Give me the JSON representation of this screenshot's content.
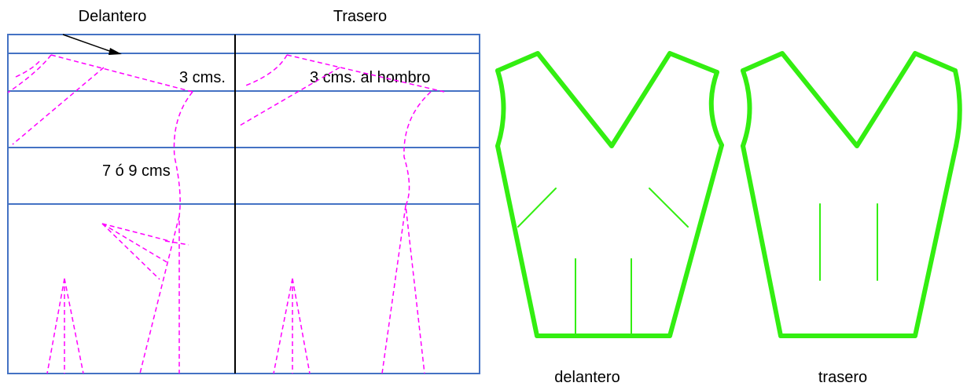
{
  "colors": {
    "grid": "#4472c4",
    "divider": "#000000",
    "pattern": "#ff00ff",
    "finished": "#33ee11",
    "text": "#000000"
  },
  "draft": {
    "front_header": "Delantero",
    "back_header": "Trasero",
    "front_shoulder_note": "3 cms.",
    "back_shoulder_note": "3 cms. al hombro",
    "waist_note": "7 ó 9 cms"
  },
  "finished": {
    "front_caption": "delantero",
    "back_caption": "trasero"
  }
}
